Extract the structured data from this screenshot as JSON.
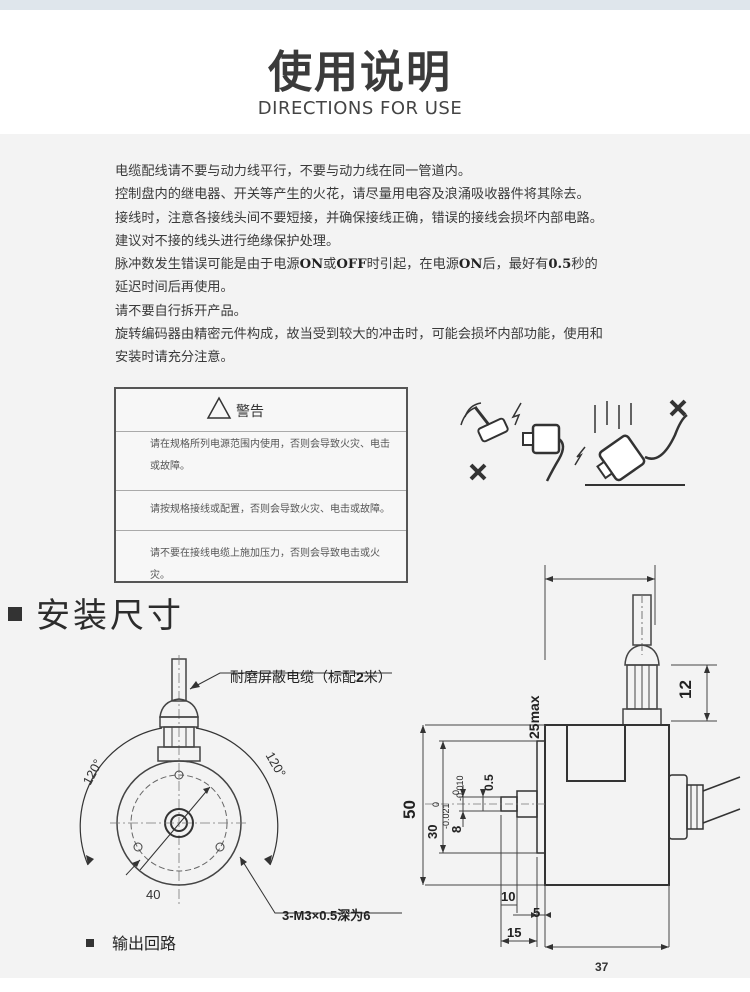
{
  "header": {
    "title": "使用说明",
    "subtitle": "DIRECTIONS FOR USE"
  },
  "directions": {
    "line1": "电缆配线请不要与动力线平行，不要与动力线在同一管道内。",
    "line2": "控制盘内的继电器、开关等产生的火花，请尽量用电容及浪涌吸收器件将其除去。",
    "line3": "接线时，注意各接线头间不要短接，并确保接线正确，错误的接线会损坏内部电路。",
    "line4": "建议对不接的线头进行绝缘保护处理。",
    "line5_a": "脉冲数发生错误可能是由于电源",
    "line5_on": "ON",
    "line5_b": "或",
    "line5_off": "OFF",
    "line5_c": "时引起，在电源",
    "line5_on2": "ON",
    "line5_d": "后，最好有",
    "line5_val": "0.5",
    "line5_e": "秒的",
    "line6": "延迟时间后再使用。",
    "line7": "请不要自行拆开产品。",
    "line8": "旋转编码器由精密元件构成，故当受到较大的冲击时，可能会损坏内部功能，使用和",
    "line9": "安装时请充分注意。"
  },
  "warning": {
    "title": "警告",
    "item1_a": "请在规格所列电源范围内使用，否则会导致火灾、电击",
    "item1_b": "或故障。",
    "item2": "请按规格接线或配置，否则会导致火灾、电击或故障。",
    "item3": "请不要在接线电缆上施加压力，否则会导致电击或火灾。"
  },
  "install": {
    "title": "安装尺寸",
    "cable_label_a": "耐磨屏蔽电缆（标配",
    "cable_label_num": "2",
    "cable_label_b": "米）",
    "angle_left": "120°",
    "angle_right": "120°",
    "dim_40": "40",
    "screw_label": "3-M3×0.5深为6",
    "dim_12": "12",
    "dim_25max": "25max",
    "dim_50": "50",
    "dim_30": "30",
    "tol_30_top": "0",
    "tol_30_bot": "-0.021",
    "dim_8": "8",
    "tol_8_top": "0",
    "tol_8_bot": "-0.010",
    "dim_05": "0.5",
    "dim_10": "10",
    "dim_5": "5",
    "dim_15": "15",
    "dim_37": "37"
  },
  "output": {
    "title": "输出回路"
  }
}
